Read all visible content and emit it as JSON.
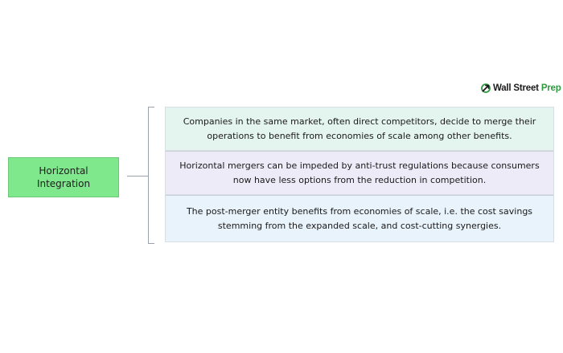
{
  "logo": {
    "icon": "compass-arrow-icon",
    "wall_street": "Wall Street",
    "prep": "Prep",
    "brand_color": "#2e9a3e"
  },
  "diagram": {
    "root": {
      "label": "Horizontal Integration",
      "color": "#7fe88c"
    },
    "details": [
      {
        "text": "Companies in the same market, often direct competitors, decide to merge their operations to benefit from economies of scale among other benefits.",
        "color": "#e4f5ef"
      },
      {
        "text": "Horizontal mergers can be impeded by anti-trust regulations because consumers now have less options from the reduction in competition.",
        "color": "#ecebf7"
      },
      {
        "text": "The post-merger entity benefits from economies of scale, i.e. the cost savings stemming from the expanded scale, and cost-cutting synergies.",
        "color": "#e9f3fb"
      }
    ]
  }
}
